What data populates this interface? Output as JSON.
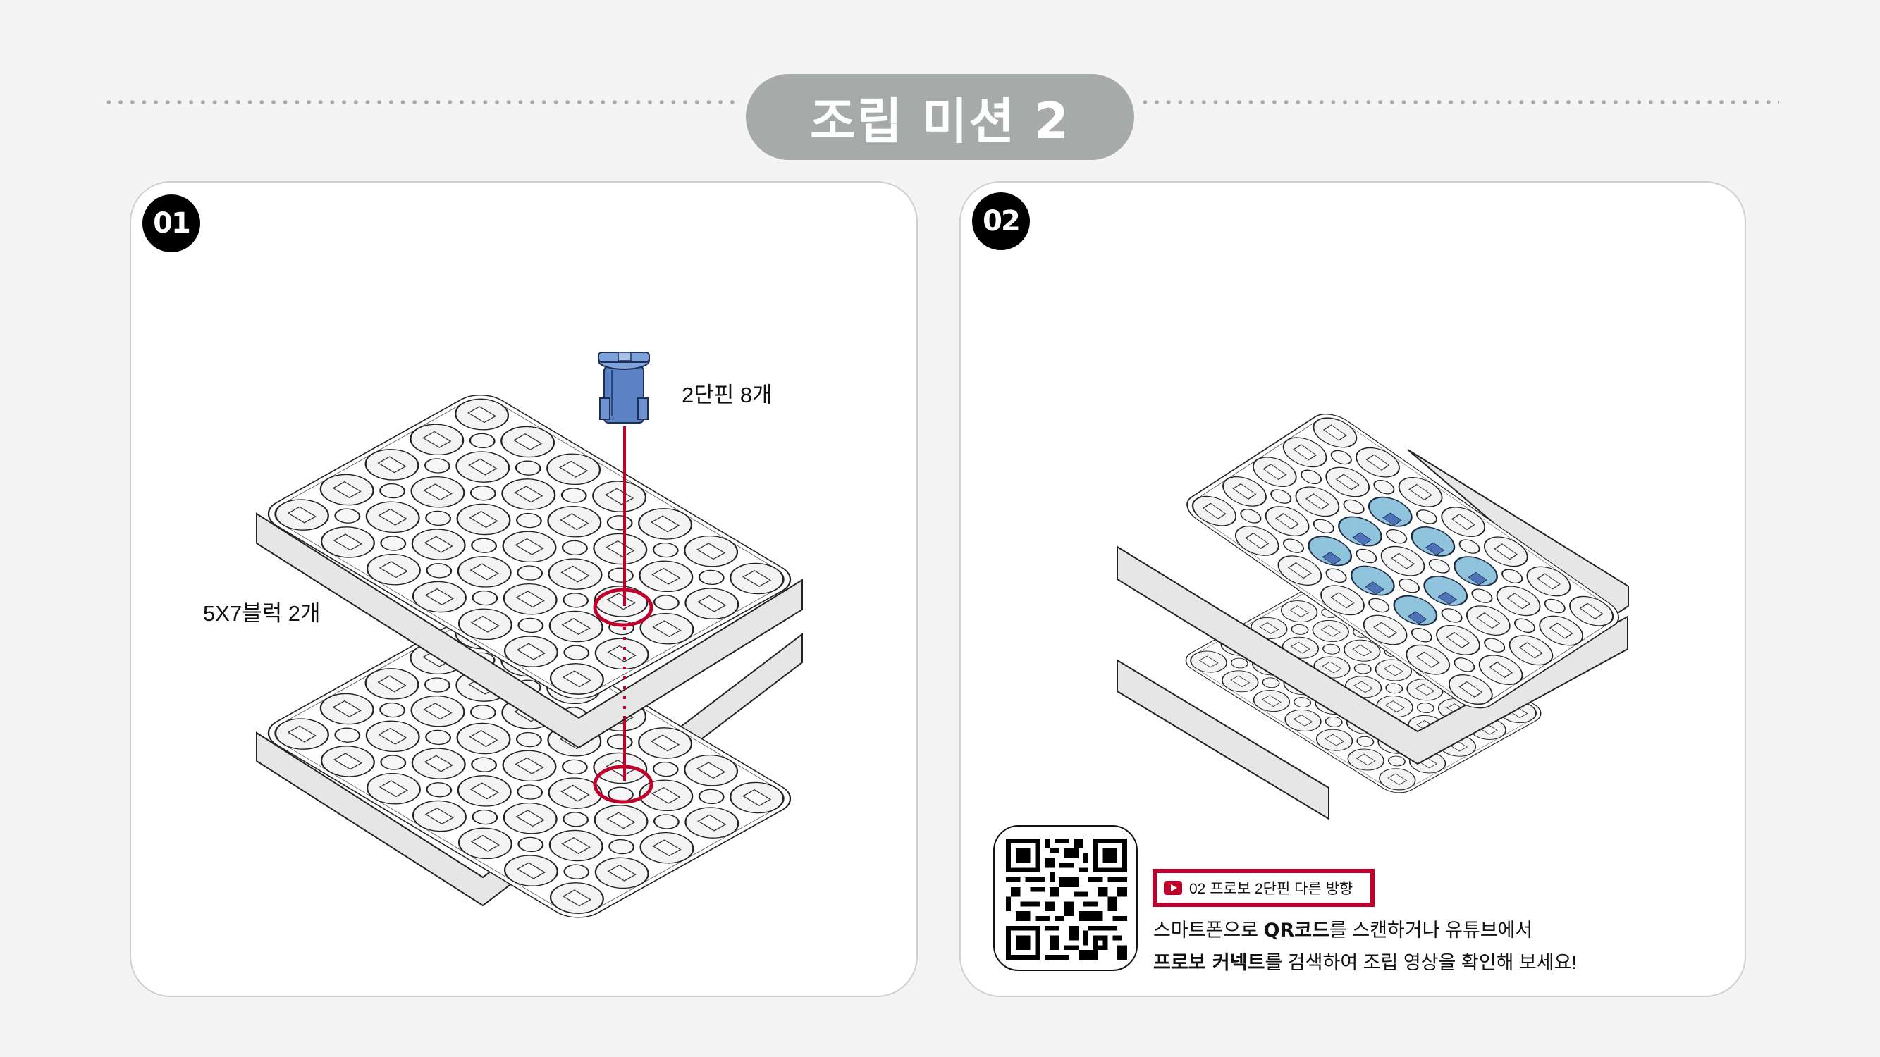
{
  "header": {
    "title": "조립 미션 2",
    "pill_color": "#a6aaa9",
    "dot_color": "#a6aaa9"
  },
  "colors": {
    "background": "#f4f4f4",
    "panel": "#ffffff",
    "accent_red": "#c0002a",
    "pin_blue": "#5b82c4",
    "pin_light_blue": "#8fc4dc",
    "block_side": "#e6e6e6"
  },
  "steps": [
    {
      "number": "01",
      "labels": {
        "pin": "2단핀 8개",
        "block": "5X7블럭 2개"
      }
    },
    {
      "number": "02"
    }
  ],
  "video": {
    "icon": "youtube-play-icon",
    "title": "02 프로보 2단핀 다른 방향"
  },
  "guide": {
    "line1_prefix": "스마트폰으로 ",
    "line1_bold": "QR코드",
    "line1_suffix": "를 스캔하거나 유튜브에서",
    "line2_bold": "프로보 커넥트",
    "line2_suffix": "를 검색하여 조립 영상을 확인해 보세요!"
  },
  "qr": {
    "icon": "qr-code-icon"
  }
}
